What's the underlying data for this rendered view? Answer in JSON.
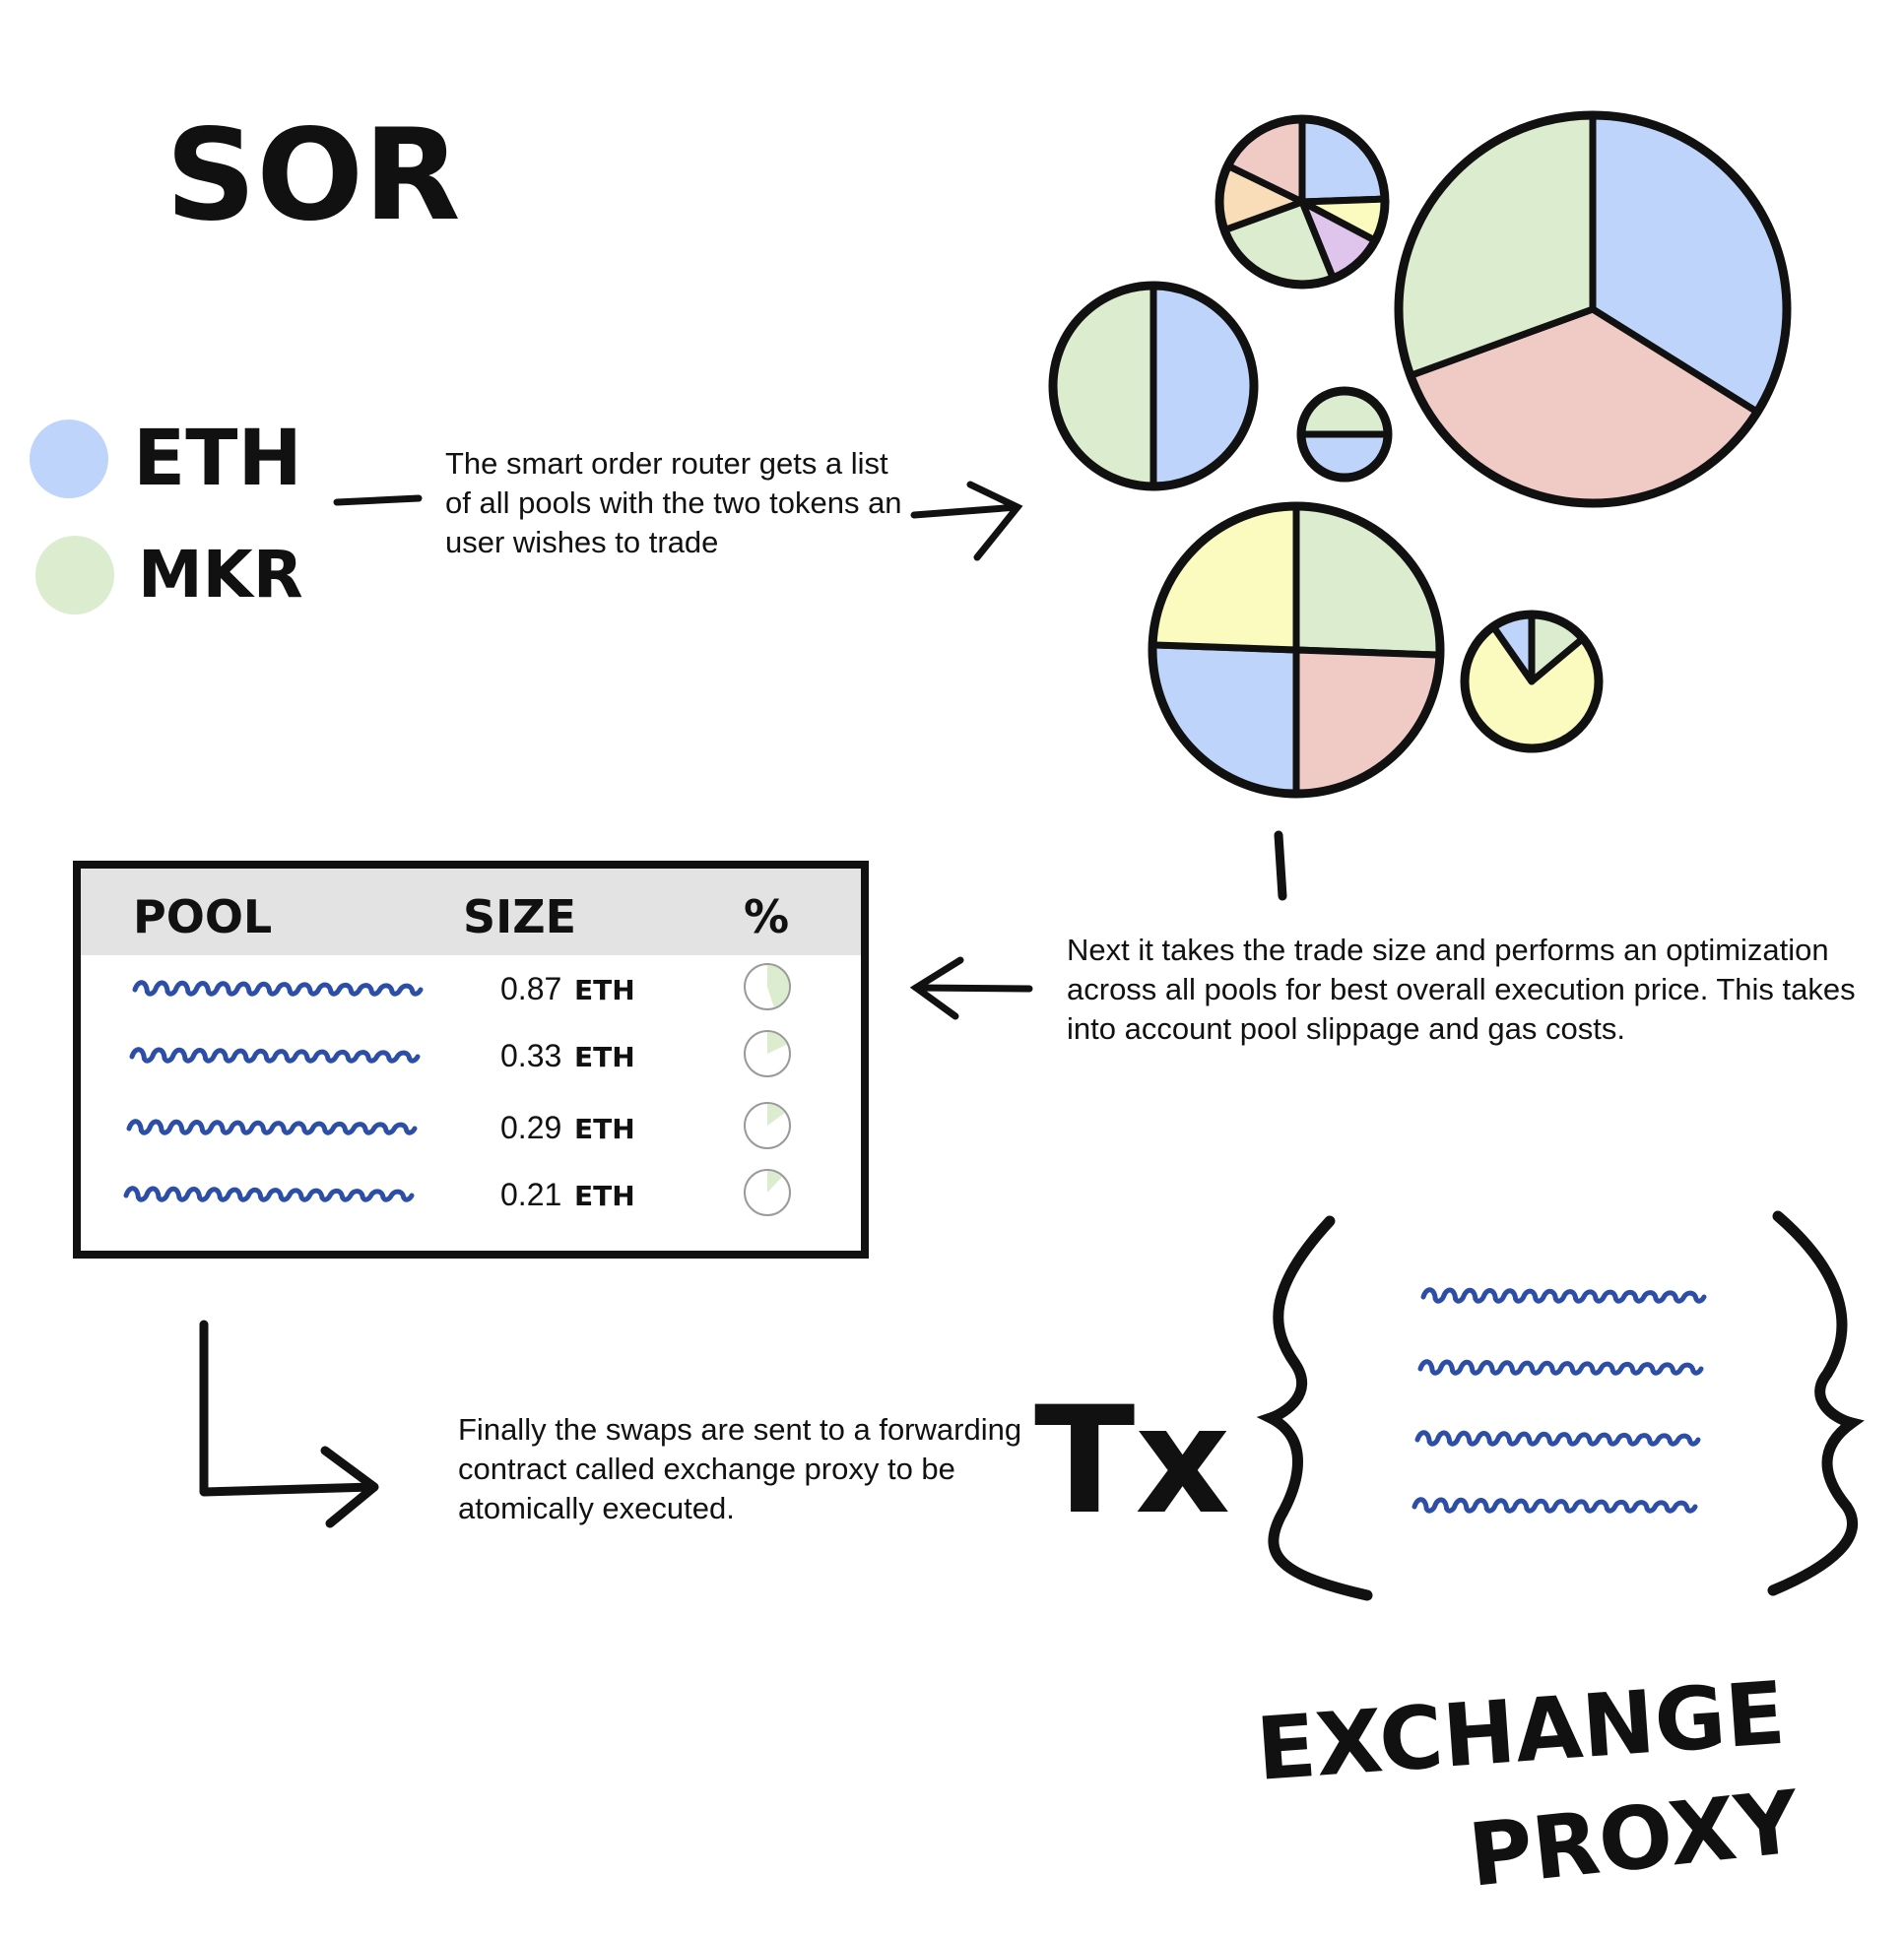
{
  "title": "SOR",
  "colors": {
    "eth": "#bed4fa",
    "mkr": "#dbeccf",
    "pink": "#f0cbc6",
    "yellow": "#fbfbc0",
    "orange": "#f9dcb8",
    "purple": "#dfc4ec",
    "scribble": "#2d4ea6",
    "header_bg": "#e3e3e3",
    "ink": "#111111"
  },
  "legend": [
    {
      "label": "ETH",
      "color": "#bed4fa"
    },
    {
      "label": "MKR",
      "color": "#dbeccf"
    }
  ],
  "steps": {
    "step1": "The smart order router gets a list of all pools with the two tokens an user wishes to trade",
    "step2": "Next it takes the trade size and performs an optimization across all pools for best overall execution price. This takes into account pool slippage and gas costs.",
    "step3": "Finally the swaps are sent to a forwarding contract called exchange proxy to be atomically executed."
  },
  "pool_table": {
    "headers": [
      "POOL",
      "SIZE",
      "%"
    ],
    "rows": [
      {
        "size": "0.87",
        "unit": "ETH",
        "share": 0.45
      },
      {
        "size": "0.33",
        "unit": "ETH",
        "share": 0.18
      },
      {
        "size": "0.29",
        "unit": "ETH",
        "share": 0.15
      },
      {
        "size": "0.21",
        "unit": "ETH",
        "share": 0.12
      }
    ]
  },
  "tx_label": "Tx",
  "proxy_label": [
    "EXCHANGE",
    "PROXY"
  ]
}
